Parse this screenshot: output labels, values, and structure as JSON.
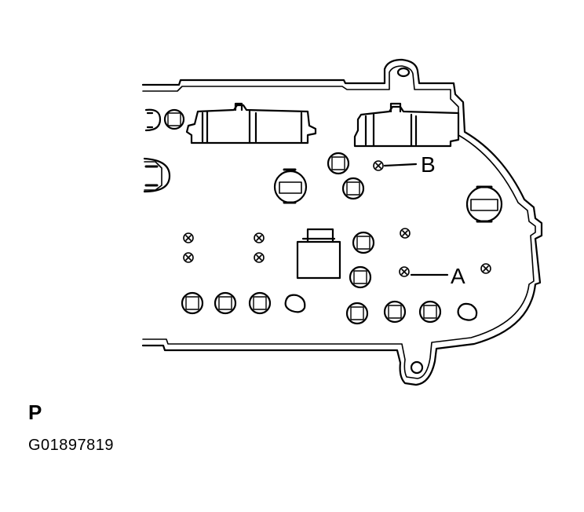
{
  "callouts": {
    "a": "A",
    "b": "B"
  },
  "view_label": "P",
  "figure_id": "G01897819",
  "colors": {
    "line": "#000000",
    "background": "#ffffff"
  }
}
